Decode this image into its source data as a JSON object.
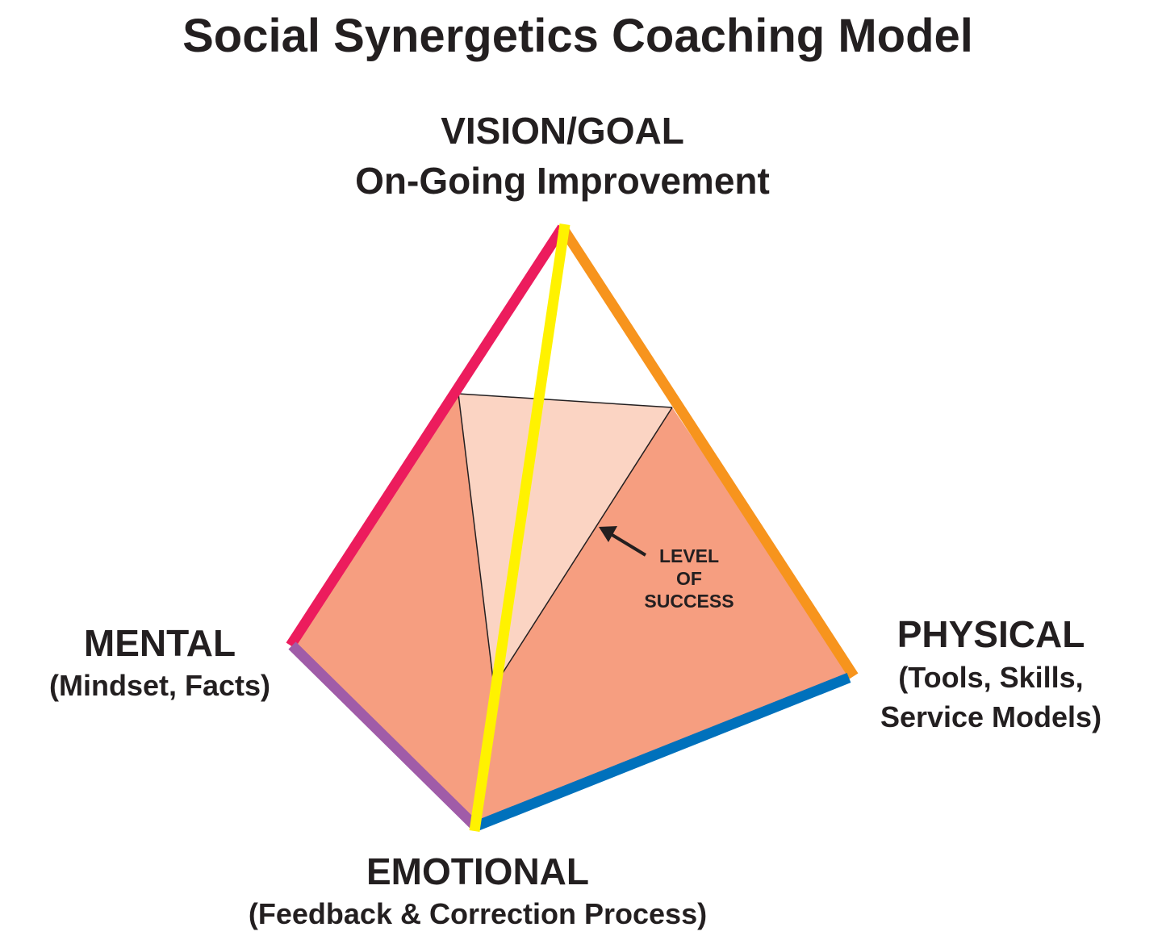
{
  "title": "Social Synergetics Coaching Model",
  "vertices": {
    "top": {
      "heading": "VISION/GOAL",
      "subheading": "On-Going Improvement"
    },
    "left": {
      "heading": "MENTAL",
      "subheading": "(Mindset, Facts)"
    },
    "right": {
      "heading": "PHYSICAL",
      "subheading_line1": "(Tools, Skills,",
      "subheading_line2": "Service Models)"
    },
    "bottom": {
      "heading": "EMOTIONAL",
      "subheading": "(Feedback & Correction Process)"
    }
  },
  "annotation": {
    "line1": "LEVEL",
    "line2": "OF",
    "line3": "SUCCESS"
  },
  "colors": {
    "face_fill": "#f69e80",
    "level_fill": "#fbd4c3",
    "edge_mental": "#ec1c5d",
    "edge_physical": "#f7941d",
    "edge_emotional_mental": "#a05ca8",
    "edge_emotional_physical": "#0071bc",
    "edge_vision_emotional": "#fff200",
    "text": "#231f20"
  }
}
